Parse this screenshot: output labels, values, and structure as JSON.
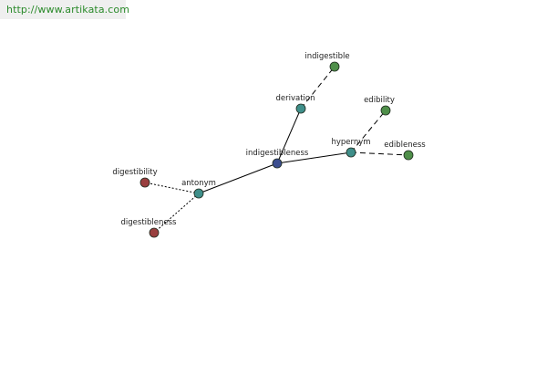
{
  "source": {
    "url_text": "http://www.artikata.com"
  },
  "graph": {
    "center": "indigestibleness",
    "nodes": [
      {
        "id": "indigestibleness",
        "label": "indigestibleness",
        "color": "#3b4d8f"
      },
      {
        "id": "derivation",
        "label": "derivation",
        "color": "#3f8f8a"
      },
      {
        "id": "indigestible",
        "label": "indigestible",
        "color": "#4f8f4a"
      },
      {
        "id": "hypernym",
        "label": "hypernym",
        "color": "#3f8f8a"
      },
      {
        "id": "edibility",
        "label": "edibility",
        "color": "#4f8f4a"
      },
      {
        "id": "edibleness",
        "label": "edibleness",
        "color": "#4f8f4a"
      },
      {
        "id": "antonym",
        "label": "antonym",
        "color": "#3f8f8a"
      },
      {
        "id": "digestibility",
        "label": "digestibility",
        "color": "#9a3f3f"
      },
      {
        "id": "digestibleness",
        "label": "digestibleness",
        "color": "#9a3f3f"
      }
    ],
    "edges": [
      {
        "from": "indigestibleness",
        "to": "derivation",
        "style": "solid"
      },
      {
        "from": "derivation",
        "to": "indigestible",
        "style": "dashed"
      },
      {
        "from": "indigestibleness",
        "to": "hypernym",
        "style": "solid"
      },
      {
        "from": "hypernym",
        "to": "edibility",
        "style": "dashed"
      },
      {
        "from": "hypernym",
        "to": "edibleness",
        "style": "dashed"
      },
      {
        "from": "indigestibleness",
        "to": "antonym",
        "style": "solid"
      },
      {
        "from": "antonym",
        "to": "digestibility",
        "style": "dotted"
      },
      {
        "from": "antonym",
        "to": "digestibleness",
        "style": "dotted"
      }
    ]
  }
}
